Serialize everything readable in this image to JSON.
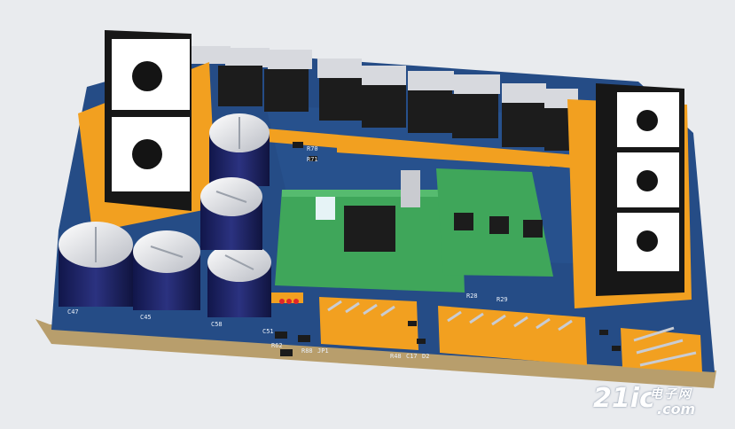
{
  "board": {
    "colors": {
      "pcb": "#254c86",
      "pcb_edge": "#b89e6c",
      "orange": "#f2a020",
      "green_module": "#3fa65a",
      "black": "#1a1a1a",
      "cap": "#1e2460",
      "silver": "#d7d9de"
    }
  },
  "watermark": {
    "brand_num": "21ic",
    "brand_cn": "电子网",
    "brand_com": ".com"
  },
  "silkscreen": {
    "caps": [
      "C47",
      "C45",
      "C58"
    ],
    "parts": [
      "R28",
      "R29",
      "R48",
      "C17",
      "D2",
      "R88",
      "JP1",
      "C51",
      "R62",
      "R70",
      "R71"
    ]
  }
}
